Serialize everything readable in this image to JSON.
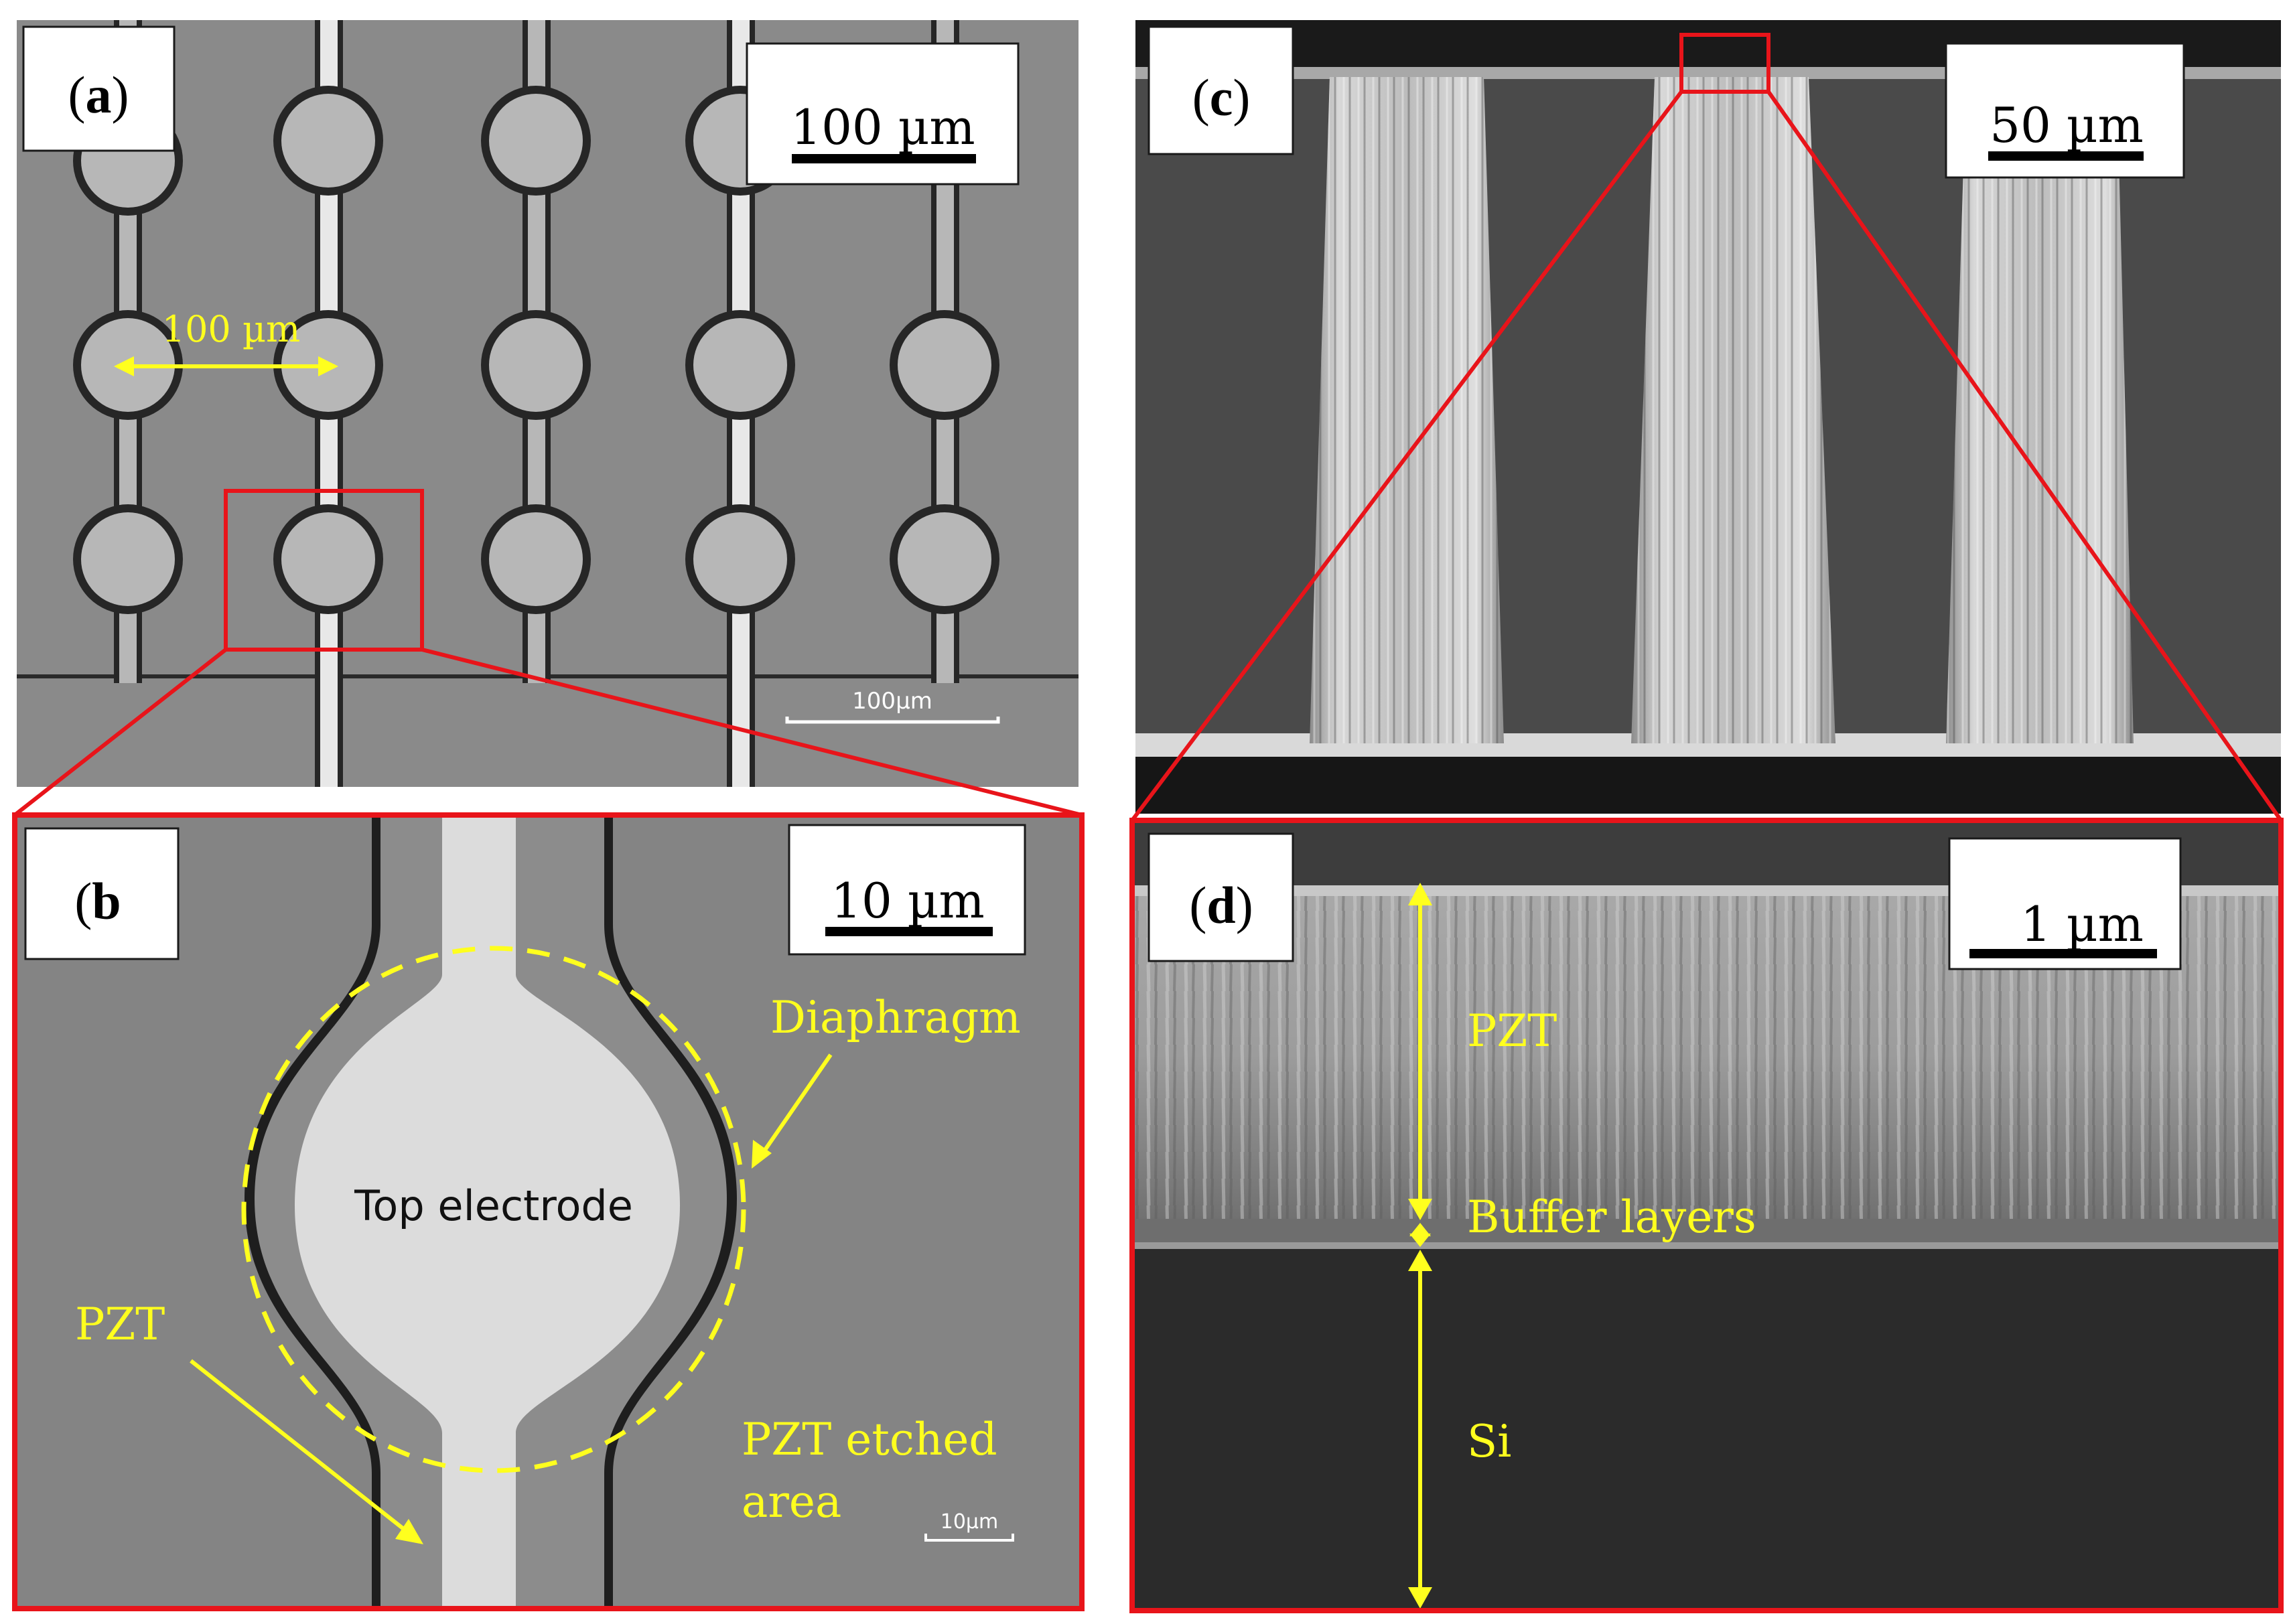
{
  "figure": {
    "panels": {
      "a": {
        "label_open": "(",
        "label_letter": "a",
        "label_close": ")",
        "scale_box": "100 µm",
        "embedded_scale": "100µm",
        "annotation_width": "100 µm"
      },
      "b": {
        "label_open": "(",
        "label_letter": "b",
        "scale_box": "10 µm",
        "embedded_scale": "10µm",
        "top_electrode": "Top electrode",
        "diaphragm": "Diaphragm",
        "pzt": "PZT",
        "pzt_etched_line1": "PZT etched",
        "pzt_etched_line2": "area"
      },
      "c": {
        "label_open": "(",
        "label_letter": "c",
        "label_close": ")",
        "scale_box": "50 µm"
      },
      "d": {
        "label_open": "(",
        "label_letter": "d",
        "label_close": ")",
        "scale_box": "1 µm",
        "pzt": "PZT",
        "buffer": "Buffer layers",
        "si": "Si"
      }
    },
    "colors": {
      "highlight": "#e8141a",
      "annotation": "#ffff1e",
      "micro_gray": "#8a8a8a",
      "sem_dark": "#4a4a4a"
    }
  }
}
